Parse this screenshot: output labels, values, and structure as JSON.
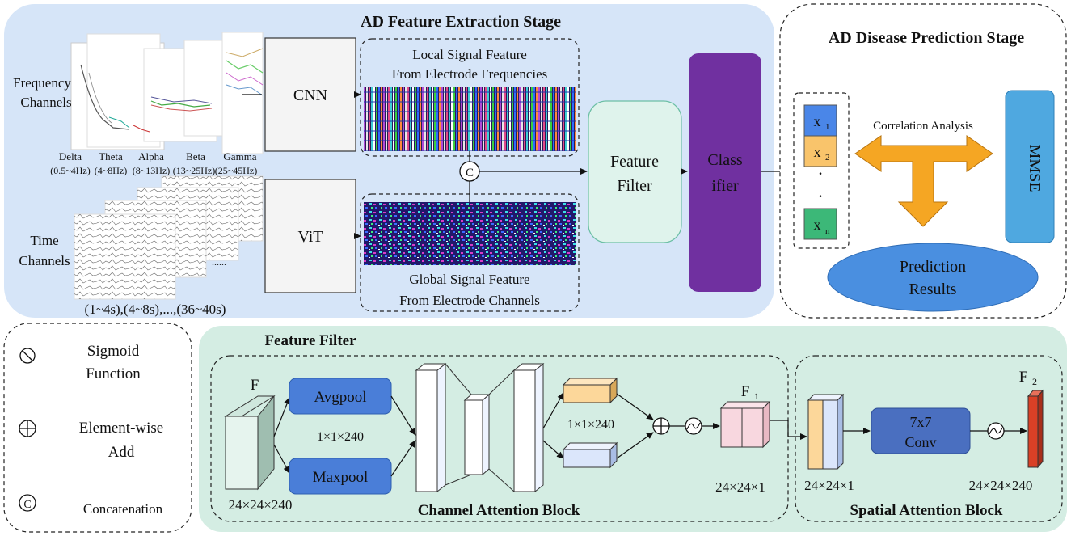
{
  "top": {
    "extraction_title": "AD Feature Extraction Stage",
    "prediction_title": "AD Disease Prediction Stage",
    "frequency_channels": [
      "Frequency",
      "Channels"
    ],
    "time_channels": [
      "Time",
      "Channels"
    ],
    "bands": [
      {
        "name": "Delta",
        "range": "(0.5~4Hz)"
      },
      {
        "name": "Theta",
        "range": "(4~8Hz)"
      },
      {
        "name": "Alpha",
        "range": "(8~13Hz)"
      },
      {
        "name": "Beta",
        "range": "(13~25Hz)"
      },
      {
        "name": "Gamma",
        "range": "(25~45Hz)"
      }
    ],
    "time_windows": "(1~4s),(4~8s),...,(36~40s)",
    "time_ellipsis": "......",
    "cnn": "CNN",
    "vit": "ViT",
    "local_feature": [
      "Local Signal Feature",
      "From Electrode Frequencies"
    ],
    "global_feature": [
      "Global Signal Feature",
      "From Electrode Channels"
    ],
    "concat_symbol": "C",
    "feature_filter": [
      "Feature",
      "Filter"
    ],
    "classifier": [
      "Class",
      "ifier"
    ],
    "features": [
      {
        "label": "x",
        "sub": "1",
        "color": "#4a86e8"
      },
      {
        "label": "x",
        "sub": "2",
        "color": "#f9c46b"
      },
      {
        "label": "x",
        "sub": "n",
        "color": "#3cb878"
      }
    ],
    "dots": [
      "·",
      "·"
    ],
    "correlation": "Correlation Analysis",
    "mmse": "MMSE",
    "prediction": [
      "Prediction",
      "Results"
    ]
  },
  "legend": {
    "items": [
      {
        "symbol": "sigmoid",
        "label": [
          "Sigmoid",
          "Function"
        ]
      },
      {
        "symbol": "add",
        "label": [
          "Element-wise",
          "Add"
        ]
      },
      {
        "symbol": "concat",
        "label": [
          "Concatenation"
        ]
      }
    ]
  },
  "filter": {
    "title": "Feature Filter",
    "f_label": "F",
    "f_dims": "24×24×240",
    "avgpool": "Avgpool",
    "maxpool": "Maxpool",
    "pool_dims": "1×1×240",
    "mlp_dims": "1×1×240",
    "f1_label": "F",
    "f1_sub": "1",
    "f1_dims": "24×24×1",
    "channel_block": "Channel Attention Block",
    "spatial_dims": "24×24×1",
    "conv": [
      "7x7",
      "Conv"
    ],
    "f2_label": "F",
    "f2_sub": "2",
    "f2_dims": "24×24×240",
    "spatial_block": "Spatial Attention Block"
  },
  "colors": {
    "extraction_bg": "#d6e5f8",
    "filter_bg": "#d4ede3",
    "feature_filter_box": "#dff3ec",
    "classifier": "#7030a0",
    "mmse": "#4fa8e0",
    "prediction": "#4a8fe0",
    "arrow_orange": "#f5a623",
    "pool_box": "#4a7ed8",
    "conv_box": "#4a6fc0",
    "f2_red": "#d94026"
  }
}
